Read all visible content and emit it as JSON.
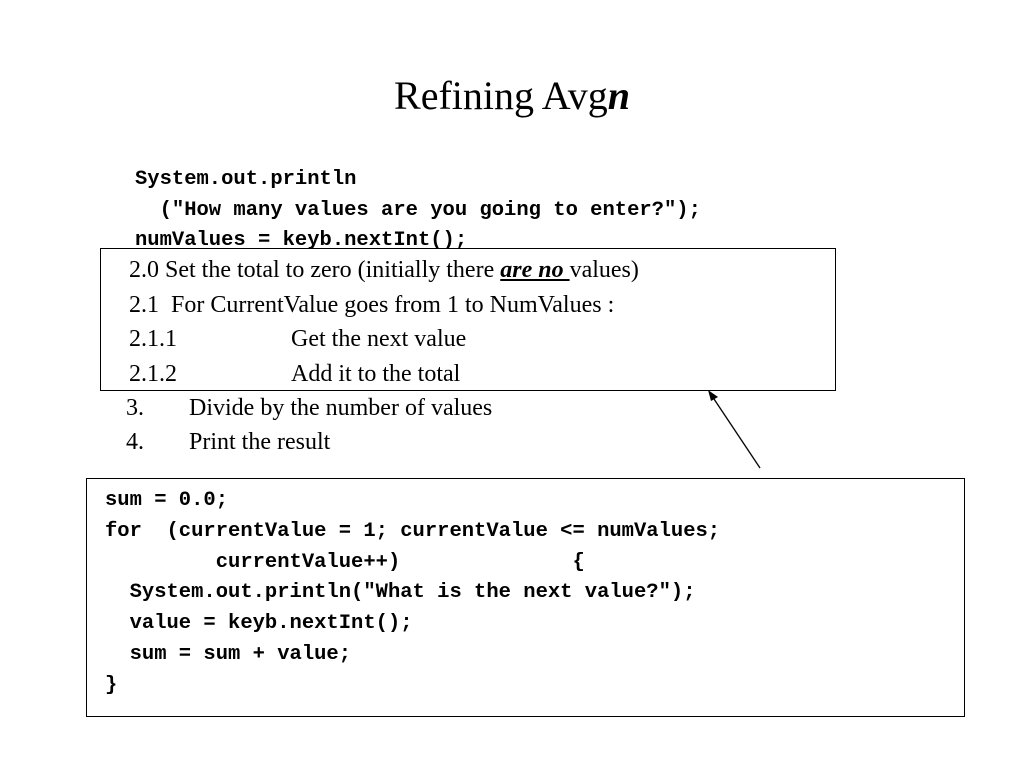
{
  "slide": {
    "title_prefix": "Refining Avg",
    "title_emphasis": "n",
    "top_code": [
      "System.out.println",
      "  (\"How many values are you going to enter?\");",
      "numValues = keyb.nextInt();"
    ],
    "steps_box": {
      "line1_before": "2.0 Set the total to zero (initially there ",
      "line1_emphasis": "are no ",
      "line1_after": "values)",
      "line2": "2.1  For CurrentValue goes from 1 to NumValues :",
      "line3_num": "2.1.1",
      "line3_text": "Get the next value",
      "line4_num": "2.1.2",
      "line4_text": "Add it to the total"
    },
    "steps_after": [
      {
        "num": "3.",
        "text": "Divide by the number of values"
      },
      {
        "num": "4.",
        "text": "Print the result"
      }
    ],
    "code_box": [
      "sum = 0.0;",
      "for  (currentValue = 1; currentValue <= numValues;",
      "         currentValue++)              {",
      "  System.out.println(\"What is the next value?\");",
      "  value = keyb.nextInt();",
      "  sum = sum + value;",
      "}"
    ]
  }
}
